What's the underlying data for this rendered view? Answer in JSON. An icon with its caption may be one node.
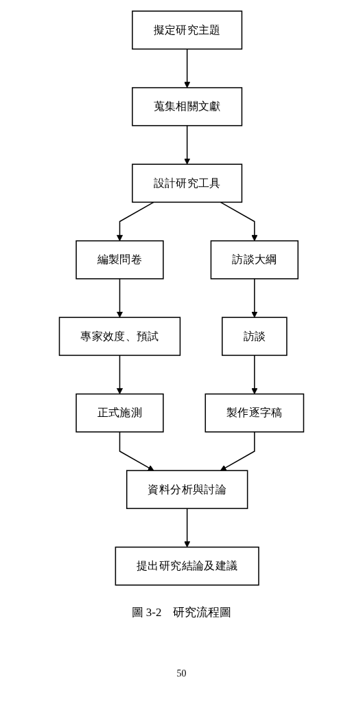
{
  "diagram": {
    "caption": "圖 3-2　研究流程圖",
    "nodes": [
      {
        "text": [
          "擬定研究主題"
        ]
      },
      {
        "text": [
          "蒐集相關文獻"
        ]
      },
      {
        "text": [
          "設計研究工具"
        ]
      },
      {
        "text": [
          "編製問卷"
        ]
      },
      {
        "text": [
          "訪談大綱"
        ]
      },
      {
        "text": [
          "專家效度、預試"
        ]
      },
      {
        "text": [
          "訪談"
        ]
      },
      {
        "text": [
          "正式施測"
        ]
      },
      {
        "text": [
          "製作逐字稿"
        ]
      },
      {
        "text": [
          "資料分析與討論"
        ]
      },
      {
        "text": [
          "提出研究結論及建議"
        ]
      }
    ],
    "edges": [
      {
        "from": 0,
        "to": 1,
        "arrow": "to"
      },
      {
        "from": 1,
        "to": 2,
        "arrow": "to"
      },
      {
        "from": 2,
        "to": 3,
        "arrow": "to"
      },
      {
        "from": 2,
        "to": 4,
        "arrow": "to"
      },
      {
        "from": 3,
        "to": 5,
        "arrow": "to"
      },
      {
        "from": 4,
        "to": 6,
        "arrow": "to"
      },
      {
        "from": 5,
        "to": 7,
        "arrow": "to"
      },
      {
        "from": 6,
        "to": 8,
        "arrow": "to"
      },
      {
        "from": 7,
        "to": 9,
        "arrow": "to"
      },
      {
        "from": 8,
        "to": 9,
        "arrow": "to"
      },
      {
        "from": 9,
        "to": 10,
        "arrow": "to"
      }
    ],
    "labels": [
      "50"
    ]
  }
}
